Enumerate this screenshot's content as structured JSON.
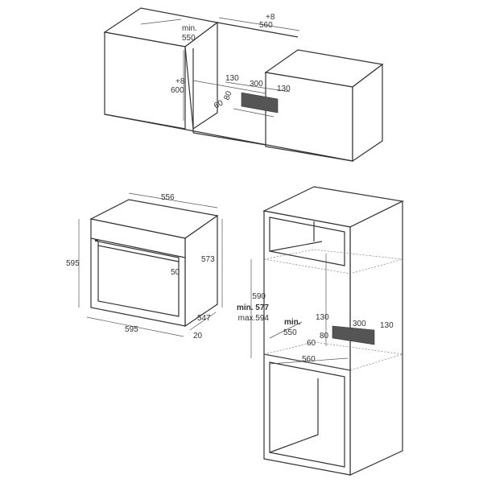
{
  "top_view": {
    "depth_label_1": "min.",
    "depth_label_2": "550",
    "width_tol": "+8",
    "width": "560",
    "height_tol": "+8",
    "height": "600",
    "vent_left": "130",
    "vent_width": "300",
    "vent_right": "130",
    "vent_height": "80",
    "vent_depth": "60"
  },
  "oven_view": {
    "depth": "556",
    "height": "595",
    "side_height": "573",
    "panel_depth": "50",
    "width": "595",
    "body_depth": "547",
    "door_thickness": "20"
  },
  "column_view": {
    "height_1": "590",
    "height_min": "min. 577",
    "height_max": "max.594",
    "depth_label_1": "min.",
    "depth_label_2": "550",
    "vent_left": "130",
    "vent_width": "300",
    "vent_right": "130",
    "vent_height": "80",
    "vent_depth": "60",
    "width": "560"
  }
}
